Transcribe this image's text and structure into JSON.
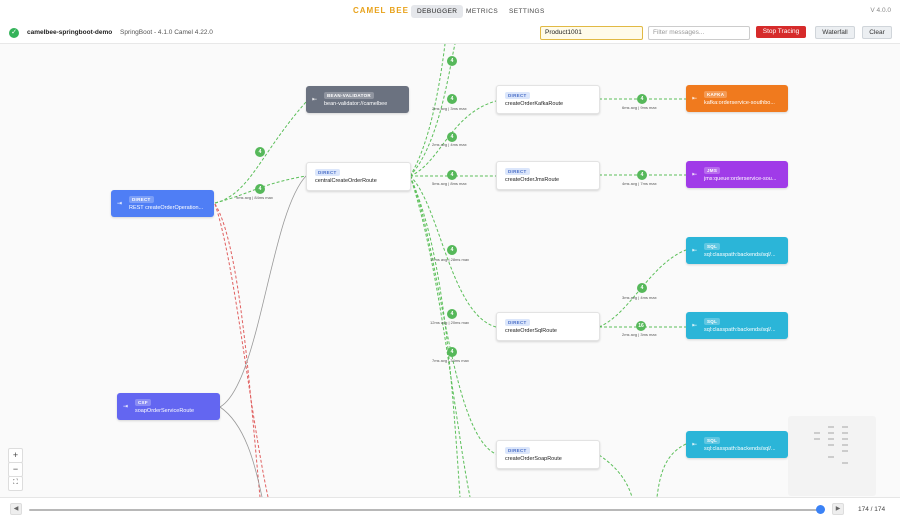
{
  "header": {
    "brand": "CAMEL BEE",
    "tabs": [
      {
        "label": "DEBUGGER"
      },
      {
        "label": "METRICS"
      },
      {
        "label": "SETTINGS"
      }
    ],
    "version": "V 4.0.0"
  },
  "toolbar": {
    "status_icon": "check-circle-icon",
    "app_name": "camelbee-springboot-demo",
    "app_meta": "SpringBoot - 4.1.0   Camel 4.22.0",
    "search_value": "Product1001",
    "filter_placeholder": "Filter messages...",
    "stop_label": "Stop Tracing",
    "waterfall_label": "Waterfall",
    "clear_label": "Clear"
  },
  "nodes": [
    {
      "id": "rest",
      "tag": "DIRECT",
      "label": "REST createOrderOperation..."
    },
    {
      "id": "soap",
      "tag": "CXF",
      "label": "soapOrderServiceRoute"
    },
    {
      "id": "bean",
      "tag": "BEAN-VALIDATOR",
      "label": "bean-validator://camelbee"
    },
    {
      "id": "central",
      "tag": "DIRECT",
      "label": "centralCreateOrderRoute"
    },
    {
      "id": "kafkaRoute",
      "tag": "DIRECT",
      "label": "createOrderKafkaRoute"
    },
    {
      "id": "jmsRoute",
      "tag": "DIRECT",
      "label": "createOrderJmsRoute"
    },
    {
      "id": "sqlRoute",
      "tag": "DIRECT",
      "label": "createOrderSqlRoute"
    },
    {
      "id": "soapRoute",
      "tag": "DIRECT",
      "label": "createOrderSoapRoute"
    },
    {
      "id": "kafka",
      "tag": "KAFKA",
      "label": "kafka:orderservice-southbo..."
    },
    {
      "id": "jms",
      "tag": "JMS",
      "label": "jms:queue:orderservice-sou..."
    },
    {
      "id": "sql1",
      "tag": "SQL",
      "label": "sql:classpath:backends/sql/..."
    },
    {
      "id": "sql2",
      "tag": "SQL",
      "label": "sql:classpath:backends/sql/..."
    },
    {
      "id": "sql3",
      "tag": "SQL",
      "label": "sql:classpath:backends/sql/..."
    }
  ],
  "counts": [
    "4",
    "4",
    "4",
    "4",
    "4",
    "4",
    "4",
    "4",
    "4",
    "4",
    "16",
    "4",
    "4"
  ],
  "edge_labels": [
    "2ms avg | 3ms max",
    "6ms avg | 9ms max",
    "2ms avg | 4ms max",
    "5ms avg | 8ms max",
    "4ms avg | 7ms max",
    "9ms avg | 84ms max",
    "17ms avg | 28ms max",
    "3ms avg | 4ms max",
    "12ms avg | 20ms max",
    "2ms avg | 3ms max",
    "7ms avg | 34ms max"
  ],
  "footer": {
    "counter": "174 / 174"
  }
}
